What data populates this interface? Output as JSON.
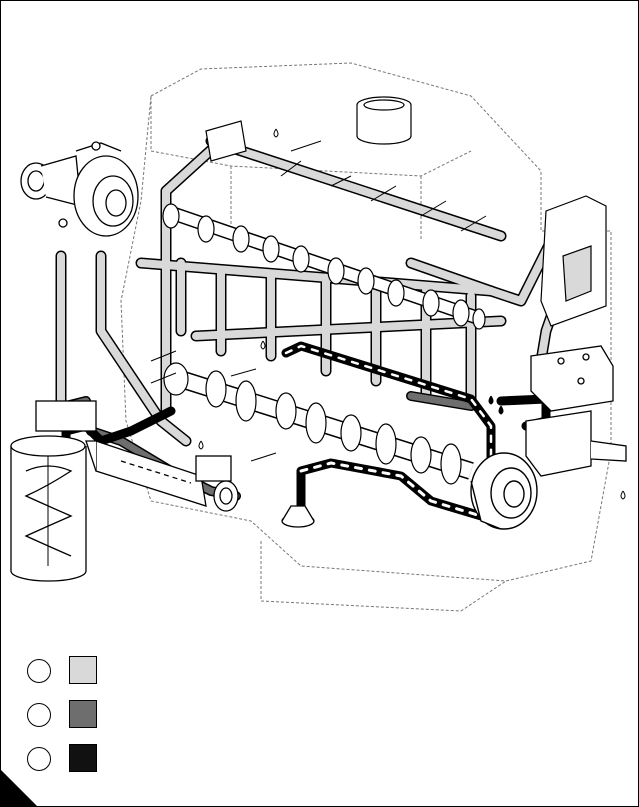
{
  "diagram": {
    "colors": {
      "line": "#000000",
      "outline_dotted": "#777777",
      "low_pressure_oil": "#d9d9d9",
      "medium_pressure_oil": "#6e6e6e",
      "high_pressure_oil": "#111111",
      "background": "#ffffff"
    },
    "components": [
      "engine-block-outline-icon",
      "oil-filler-cap-icon",
      "turbocharger-icon",
      "oil-filter-icon",
      "oil-cooler-icon",
      "camshaft-icon",
      "crankshaft-icon",
      "oil-pump-icon",
      "oil-pickup-strainer-icon",
      "air-compressor-icon",
      "rocker-shaft-gallery-icon",
      "oil-drip-icon"
    ]
  },
  "legend": {
    "items": [
      {
        "id": "1",
        "swatch_color": "#d9d9d9"
      },
      {
        "id": "2",
        "swatch_color": "#6e6e6e"
      },
      {
        "id": "3",
        "swatch_color": "#111111"
      }
    ]
  }
}
